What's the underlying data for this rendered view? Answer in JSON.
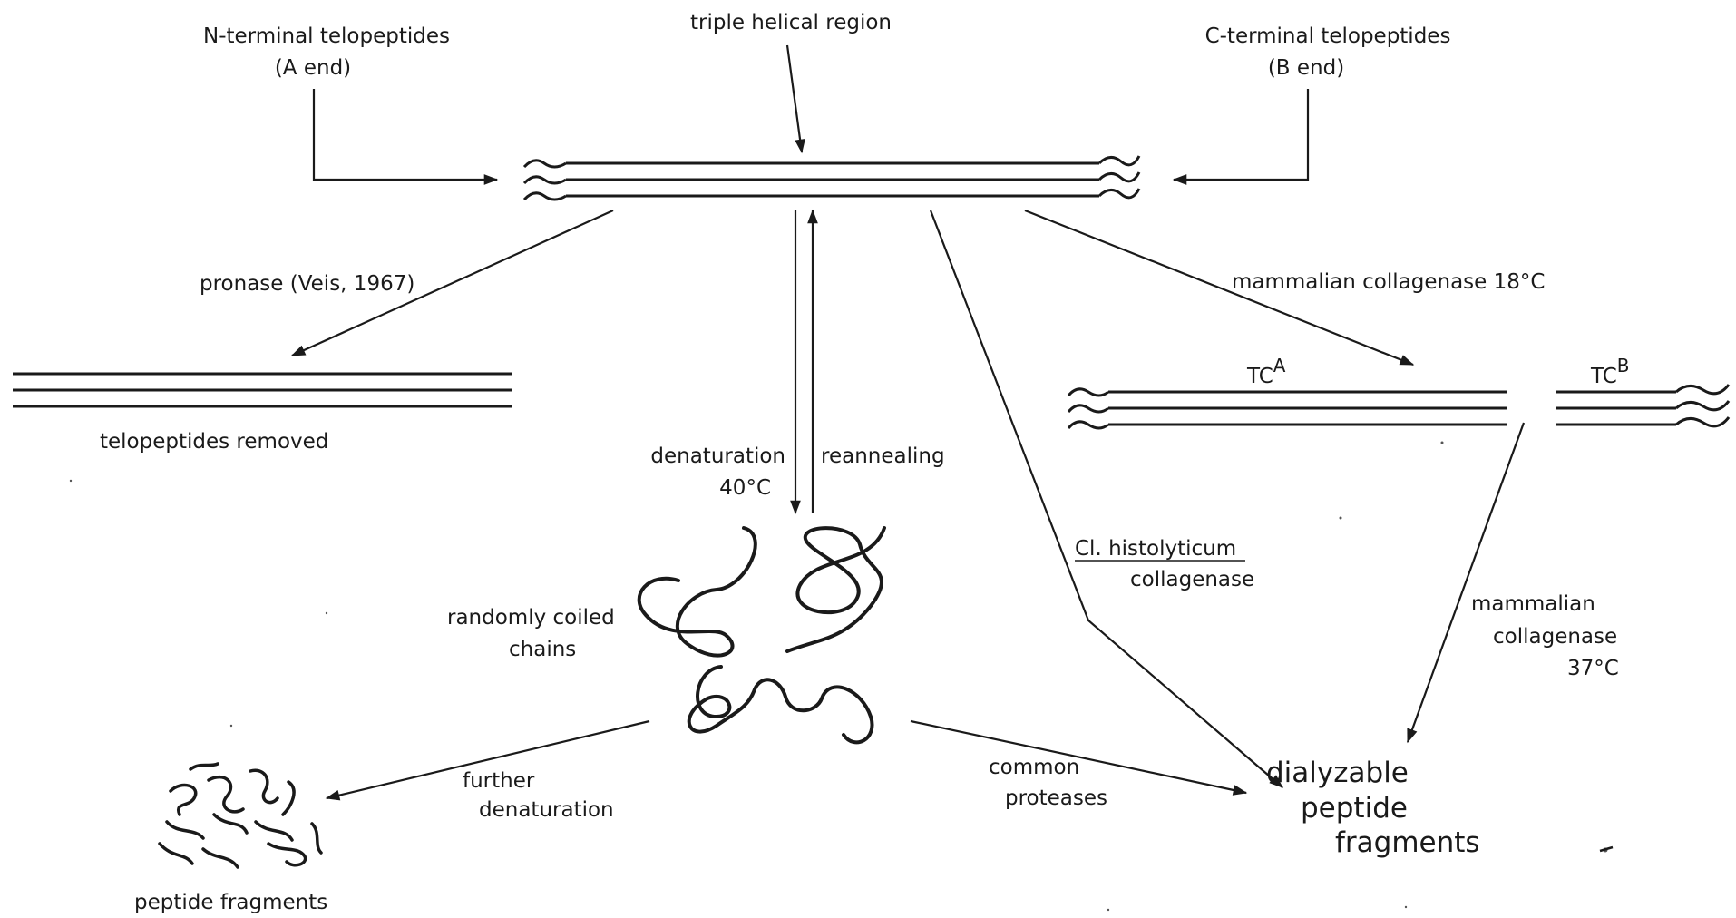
{
  "labels": {
    "n_terminal_title": "N-terminal telopeptides",
    "n_terminal_sub": "(A end)",
    "triple_helical": "triple helical region",
    "c_terminal_title": "C-terminal telopeptides",
    "c_terminal_sub": "(B end)",
    "pronase": "pronase (Veis, 1967)",
    "telopeptides_removed": "telopeptides removed",
    "mammalian_18": "mammalian collagenase 18°C",
    "tca": "TC",
    "tca_sup": "A",
    "tcb": "TC",
    "tcb_sup": "B",
    "denaturation": "denaturation",
    "denaturation_temp": "40°C",
    "reannealing": "reannealing",
    "cl_histolyticum": "Cl. histolyticum",
    "cl_collagenase": "collagenase",
    "randomly_coiled": "randomly coiled",
    "chains": "chains",
    "mammalian_37_l1": "mammalian",
    "mammalian_37_l2": "collagenase",
    "mammalian_37_l3": "37°C",
    "further_l1": "further",
    "further_l2": "denaturation",
    "common_l1": "common",
    "common_l2": "proteases",
    "dialyzable_l1": "dialyzable",
    "dialyzable_l2": "peptide",
    "dialyzable_l3": "fragments",
    "peptide_fragments": "peptide fragments"
  }
}
